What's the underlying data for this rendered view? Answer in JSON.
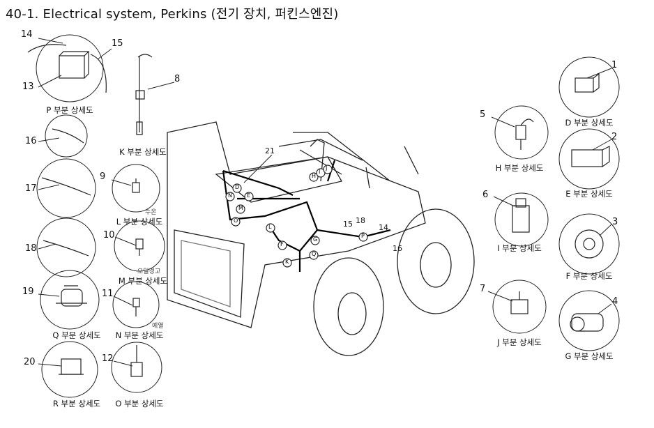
{
  "title": "40-1. Electrical system, Perkins (전기 장치, 퍼킨스엔진)",
  "detail_labels": {
    "P": "P 부분 상세도",
    "K": "K 부분 상세도",
    "L": "L 부분 상세도",
    "M": "M 부분 상세도",
    "N": "N 부분 상세도",
    "O": "O 부분 상세도",
    "Q": "Q 부분 상세도",
    "R": "R 부분 상세도",
    "D": "D 부분 상세도",
    "E": "E 부분 상세도",
    "F": "F 부분 상세도",
    "G": "G 부분 상세도",
    "H": "H 부분 상세도",
    "I": "I 부분 상세도",
    "J": "J 부분 상세도"
  },
  "sensor_notes": {
    "L": "수온",
    "M": "오일경고",
    "N": "예열"
  },
  "part_numbers": [
    "1",
    "2",
    "3",
    "4",
    "5",
    "6",
    "7",
    "8",
    "9",
    "10",
    "11",
    "12",
    "13",
    "14",
    "15",
    "16",
    "17",
    "18",
    "19",
    "20",
    "21"
  ],
  "machine_callouts": {
    "n21": "21",
    "n15": "15",
    "n18": "18",
    "n14": "14",
    "n16": "16"
  },
  "machine_letters": [
    "D",
    "E",
    "H",
    "I",
    "J",
    "N",
    "M",
    "O",
    "L",
    "F",
    "G",
    "P",
    "K",
    "Q"
  ]
}
